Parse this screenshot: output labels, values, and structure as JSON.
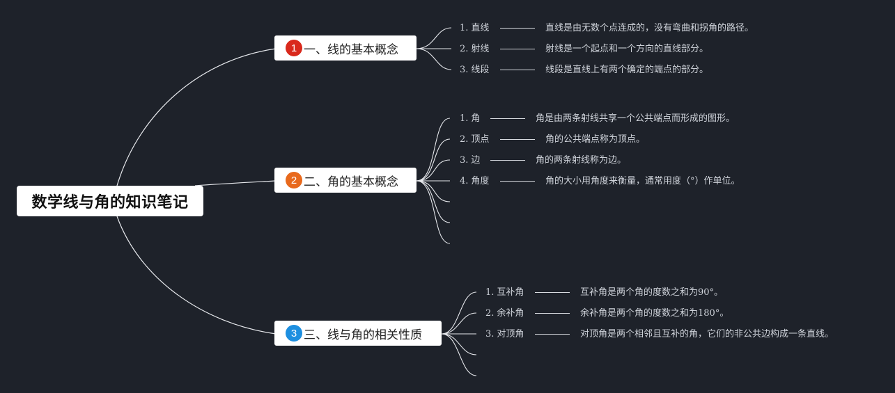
{
  "root": {
    "title": "数学线与角的知识笔记"
  },
  "branches": [
    {
      "badge": "1",
      "badge_color": "#d9291c",
      "title": "一、线的基本概念",
      "items": [
        {
          "num": "1.",
          "term": "直线",
          "definition": "直线是由无数个点连成的，没有弯曲和拐角的路径。"
        },
        {
          "num": "2.",
          "term": "射线",
          "definition": "射线是一个起点和一个方向的直线部分。"
        },
        {
          "num": "3.",
          "term": "线段",
          "definition": "线段是直线上有两个确定的端点的部分。"
        }
      ]
    },
    {
      "badge": "2",
      "badge_color": "#e8691c",
      "title": "二、角的基本概念",
      "items": [
        {
          "num": "1.",
          "term": "角",
          "definition": "角是由两条射线共享一个公共端点而形成的图形。"
        },
        {
          "num": "2.",
          "term": "顶点",
          "definition": "角的公共端点称为顶点。"
        },
        {
          "num": "3.",
          "term": "边",
          "definition": "角的两条射线称为边。"
        },
        {
          "num": "4.",
          "term": "角度",
          "definition": "角的大小用角度来衡量，通常用度（°）作单位。"
        }
      ]
    },
    {
      "badge": "3",
      "badge_color": "#1d8fe0",
      "title": "三、线与角的相关性质",
      "items": [
        {
          "num": "1.",
          "term": "互补角",
          "definition": "互补角是两个角的度数之和为90°。"
        },
        {
          "num": "2.",
          "term": "余补角",
          "definition": "余补角是两个角的度数之和为180°。"
        },
        {
          "num": "3.",
          "term": "对顶角",
          "definition": "对顶角是两个相邻且互补的角，它们的非公共边构成一条直线。"
        }
      ]
    }
  ],
  "colors": {
    "background": "#1e222a",
    "connector": "#e6e8ec",
    "text": "#cfd3da"
  }
}
